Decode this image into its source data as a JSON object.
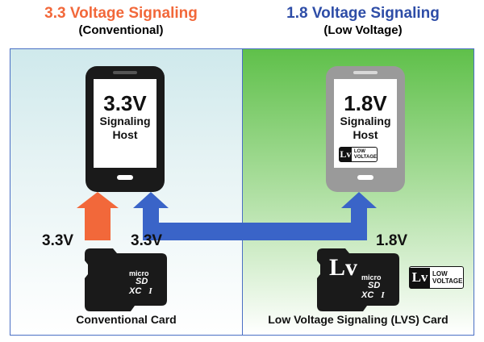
{
  "left": {
    "title": "3.3 Voltage Signaling",
    "subtitle": "(Conventional)",
    "phone_voltage": "3.3V",
    "phone_line1": "Signaling",
    "phone_line2": "Host",
    "arrow_label_orange": "3.3V",
    "arrow_label_blue": "3.3V",
    "card_caption": "Conventional Card",
    "card_logo_top": "micro",
    "card_logo_sd": "SD",
    "card_logo_xc": "XC",
    "card_logo_class": "I"
  },
  "right": {
    "title": "1.8 Voltage Signaling",
    "subtitle": "(Low Voltage)",
    "phone_voltage": "1.8V",
    "phone_line1": "Signaling",
    "phone_line2": "Host",
    "arrow_label": "1.8V",
    "card_caption": "Low Voltage Signaling (LVS) Card",
    "card_lv_mark": "Lv",
    "card_logo_top": "micro",
    "card_logo_sd": "SD",
    "card_logo_xc": "XC",
    "card_logo_class": "I"
  },
  "lv_badge": {
    "mark": "Lv",
    "line1": "LOW",
    "line2": "VOLTAGE"
  },
  "colors": {
    "orange": "#f2683a",
    "blue": "#2e4da7",
    "arrow_blue": "#3a64c8",
    "green": "#5fc04a"
  }
}
